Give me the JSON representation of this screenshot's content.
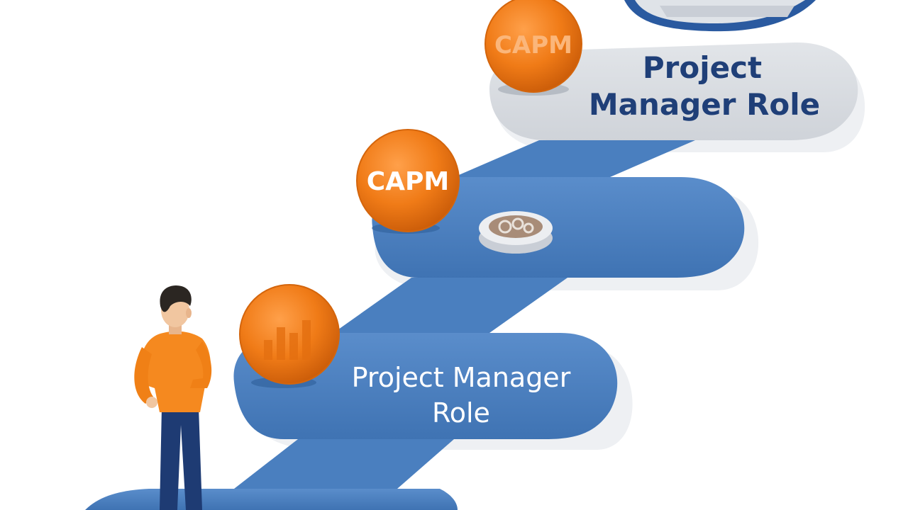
{
  "top_step": {
    "coin_label": "CAPM",
    "label_line1": "Project",
    "label_line2": "Manager Role"
  },
  "middle_step": {
    "coin_label": "CAPM",
    "badge_icon": "gear-icon"
  },
  "bottom_step": {
    "label_line1": "Project Manager",
    "label_line2": "Role"
  },
  "colors": {
    "road_blue": "#4a7fbf",
    "road_gray": "#d6d9de",
    "coin_orange": "#f07b17",
    "label_navy": "#1f3f78",
    "shirt_orange": "#f5891f",
    "pants_navy": "#1e3b73"
  }
}
